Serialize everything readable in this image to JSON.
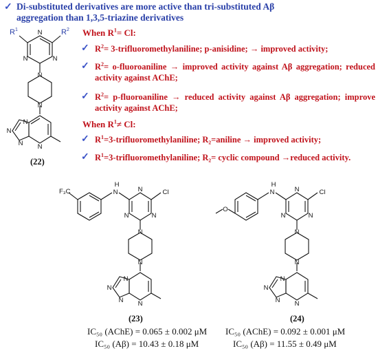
{
  "intro": {
    "check_mark": "✓",
    "line1": "Di-substituted derivatives are more active than tri-substituted Aβ",
    "line2": "aggregation than 1,3,5-triazine derivatives"
  },
  "r1_cl": {
    "heading_pre": "When R",
    "heading_sup": "1",
    "heading_post": "= Cl:",
    "items": [
      {
        "check": "✓",
        "sup": "2",
        "pre": "R",
        "text": "= 3-trifluoromethylaniline; p-anisidine; → improved activity;"
      },
      {
        "check": "✓",
        "sup": "2",
        "pre": "R",
        "text": "= o-fluoroaniline → improved activity against Aβ aggregation; reduced activity against AChE;"
      },
      {
        "check": "✓",
        "sup": "2",
        "pre": "R",
        "text": "= p-fluoroaniline → reduced activity against Aβ aggregation; improve activity against AChE;"
      }
    ]
  },
  "r1_not_cl": {
    "heading_pre": "When R",
    "heading_sup": "1",
    "heading_post": "≠ Cl:",
    "items": [
      {
        "check": "✓",
        "pre": "R",
        "sup": "1",
        "text": "=3-trifluoromethylaniline; R₂=aniline → improved activity;"
      },
      {
        "check": "✓",
        "pre": "R",
        "sup": "1",
        "text": "=3-trifluoromethylaniline; R₂= cyclic compound →reduced activity."
      }
    ]
  },
  "struct22": {
    "label": "(22)",
    "r1": "R",
    "r1_sup": "1",
    "r2": "R",
    "r2_sup": "2",
    "atom_N": "N"
  },
  "struct23": {
    "label": "(23)",
    "cf3": "F₃C",
    "h": "H",
    "n": "N",
    "cl": "Cl",
    "ic_ache": "IC₅₀ (AChE) = 0.065 ± 0.002 μM",
    "ic_abeta": "IC₅₀ (Aβ) = 10.43 ± 0.18 μM"
  },
  "struct24": {
    "label": "(24)",
    "o": "O",
    "h": "H",
    "n": "N",
    "cl": "Cl",
    "ic_ache": "IC₅₀ (AChE) = 0.092 ± 0.001 μM",
    "ic_abeta": "IC₅₀ (Aβ) = 11.55 ± 0.49 μM"
  },
  "colors": {
    "red_text": "#c0121b",
    "blue_text": "#2a40a8",
    "check": "#3a52c7",
    "bond": "#111111",
    "r_label": "#2a40a8"
  }
}
